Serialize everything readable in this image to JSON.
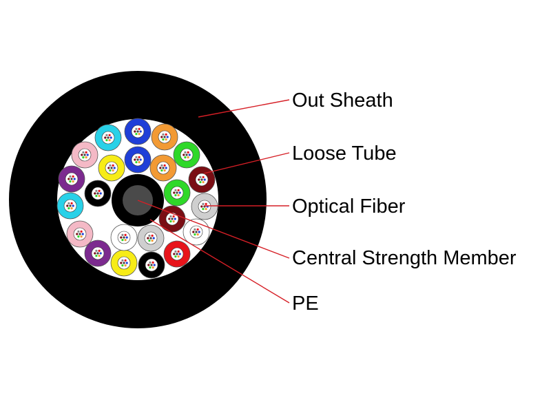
{
  "colors": {
    "sheath": "#000000",
    "leader_line": "#d61f26",
    "filler": "#ffffff",
    "strength_member": "#4a4a4a",
    "pe": "#000000"
  },
  "labels": [
    {
      "key": "out_sheath",
      "text": "Out Sheath"
    },
    {
      "key": "loose_tube",
      "text": "Loose Tube"
    },
    {
      "key": "optical_fiber",
      "text": "Optical Fiber"
    },
    {
      "key": "central_strength_member",
      "text": "Central Strength Member"
    },
    {
      "key": "pe",
      "text": "PE"
    }
  ],
  "tubes": [
    {
      "color": "#1f3fd8"
    },
    {
      "color": "#f29a34"
    },
    {
      "color": "#2fd829"
    },
    {
      "color": "#7a0e14"
    },
    {
      "color": "#cfcfcf"
    },
    {
      "color": "#ffffff"
    },
    {
      "color": "#e8141b"
    },
    {
      "color": "#000000"
    },
    {
      "color": "#f7ec17"
    },
    {
      "color": "#7c2a8f"
    },
    {
      "color": "#f4b9c6"
    },
    {
      "color": "#29d1e8"
    },
    {
      "color": "#7c2a8f"
    },
    {
      "color": "#f4b9c6"
    },
    {
      "color": "#29d1e8"
    },
    {
      "color": "#1f3fd8"
    },
    {
      "color": "#f29a34"
    },
    {
      "color": "#2fd829"
    },
    {
      "color": "#7a0e14"
    },
    {
      "color": "#cfcfcf"
    },
    {
      "color": "#ffffff"
    },
    {
      "color": "#000000"
    },
    {
      "color": "#f7ec17"
    }
  ]
}
